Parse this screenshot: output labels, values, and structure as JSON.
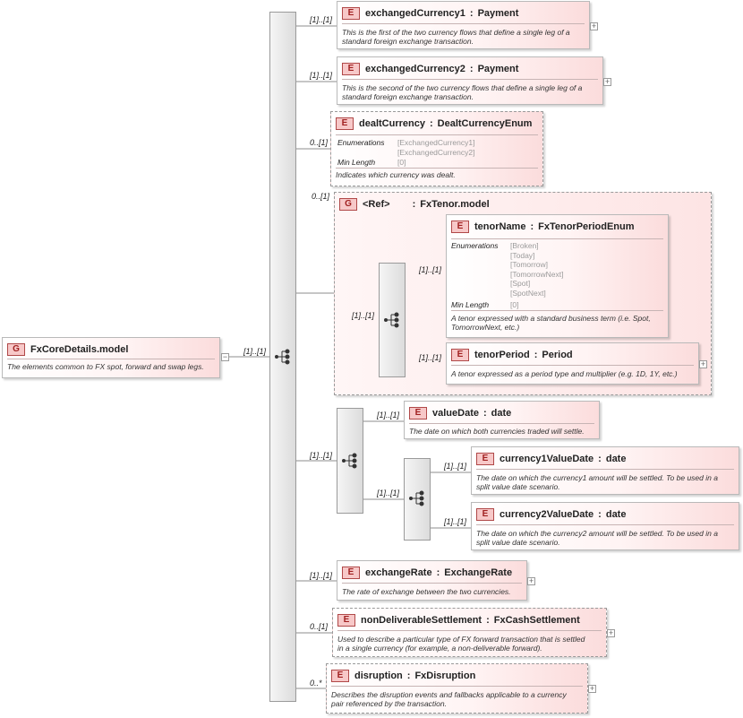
{
  "root": {
    "tag": "G",
    "name": "FxCoreDetails.model",
    "doc": "The elements common to FX spot, forward and swap legs.",
    "cardinality": "[1]..[1]"
  },
  "items": {
    "ec1": {
      "tag": "E",
      "name": "exchangedCurrency1",
      "type": "Payment",
      "cardinality": "[1]..[1]",
      "doc1": "This is the first of the two currency flows that define a single leg of a",
      "doc2": "standard foreign exchange transaction."
    },
    "ec2": {
      "tag": "E",
      "name": "exchangedCurrency2",
      "type": "Payment",
      "cardinality": "[1]..[1]",
      "doc1": "This is the second of the two currency flows that define a single leg of a",
      "doc2": "standard foreign exchange transaction."
    },
    "dealt": {
      "tag": "E",
      "name": "dealtCurrency",
      "type": "DealtCurrencyEnum",
      "cardinality": "0..[1]",
      "enum_label": "Enumerations",
      "enum_values": "[ExchangedCurrency1]\n[ExchangedCurrency2]",
      "minlen_label": "Min Length",
      "minlen_value": "[0]",
      "doc1": "Indicates which currency was dealt."
    },
    "tenor_group": {
      "tag": "G",
      "ref": "<Ref>",
      "name": "FxTenor.model",
      "cardinality": "0..[1]",
      "seq_cardinality": "[1]..[1]"
    },
    "tenorName": {
      "tag": "E",
      "name": "tenorName",
      "type": "FxTenorPeriodEnum",
      "cardinality": "[1]..[1]",
      "enum_label": "Enumerations",
      "enum_values": "[Broken]\n[Today]\n[Tomorrow]\n[TomorrowNext]\n[Spot]\n[SpotNext]",
      "minlen_label": "Min Length",
      "minlen_value": "[0]",
      "doc1": "A tenor expressed with a standard business term (i.e. Spot,",
      "doc2": "TomorrowNext, etc.)"
    },
    "tenorPeriod": {
      "tag": "E",
      "name": "tenorPeriod",
      "type": "Period",
      "cardinality": "[1]..[1]",
      "doc1": "A tenor expressed as a period type and multiplier (e.g. 1D, 1Y, etc.)"
    },
    "value_seq": {
      "cardinality": "[1]..[1]"
    },
    "valueDate": {
      "tag": "E",
      "name": "valueDate",
      "type": "date",
      "cardinality": "[1]..[1]",
      "doc1": "The date on which both currencies traded will settle."
    },
    "split_seq": {
      "cardinality": "[1]..[1]"
    },
    "c1vd": {
      "tag": "E",
      "name": "currency1ValueDate",
      "type": "date",
      "cardinality": "[1]..[1]",
      "doc1": "The date on which the currency1 amount will be settled. To be used in a",
      "doc2": "split value date scenario."
    },
    "c2vd": {
      "tag": "E",
      "name": "currency2ValueDate",
      "type": "date",
      "cardinality": "[1]..[1]",
      "doc1": "The date on which the currency2 amount will be settled. To be used in a",
      "doc2": "split value date scenario."
    },
    "rate": {
      "tag": "E",
      "name": "exchangeRate",
      "type": "ExchangeRate",
      "cardinality": "[1]..[1]",
      "doc1": "The rate of exchange between the two currencies."
    },
    "nds": {
      "tag": "E",
      "name": "nonDeliverableSettlement",
      "type": "FxCashSettlement",
      "cardinality": "0..[1]",
      "doc1": "Used to describe a particular type of FX forward transaction that is settled",
      "doc2": "in a single currency (for example, a non-deliverable forward)."
    },
    "disruption": {
      "tag": "E",
      "name": "disruption",
      "type": "FxDisruption",
      "cardinality": "0..*",
      "doc1": "Describes the disruption events and fallbacks applicable to a currency",
      "doc2": "pair referenced by the transaction."
    }
  },
  "type_separator": ":",
  "plus_glyph": "+",
  "minus_glyph": "−"
}
